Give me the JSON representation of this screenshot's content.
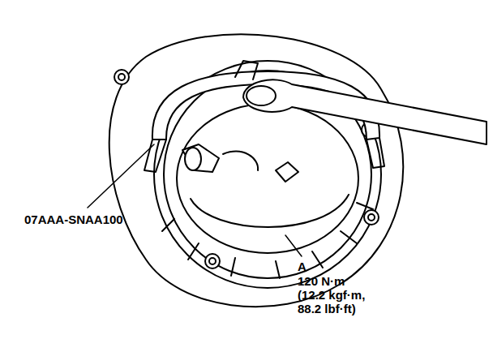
{
  "diagram": {
    "labels": [
      "07AAA-SNAA100",
      "A",
      "120 N·m (12.2 kgf·m, 88.2 lbf·ft)"
    ]
  }
}
